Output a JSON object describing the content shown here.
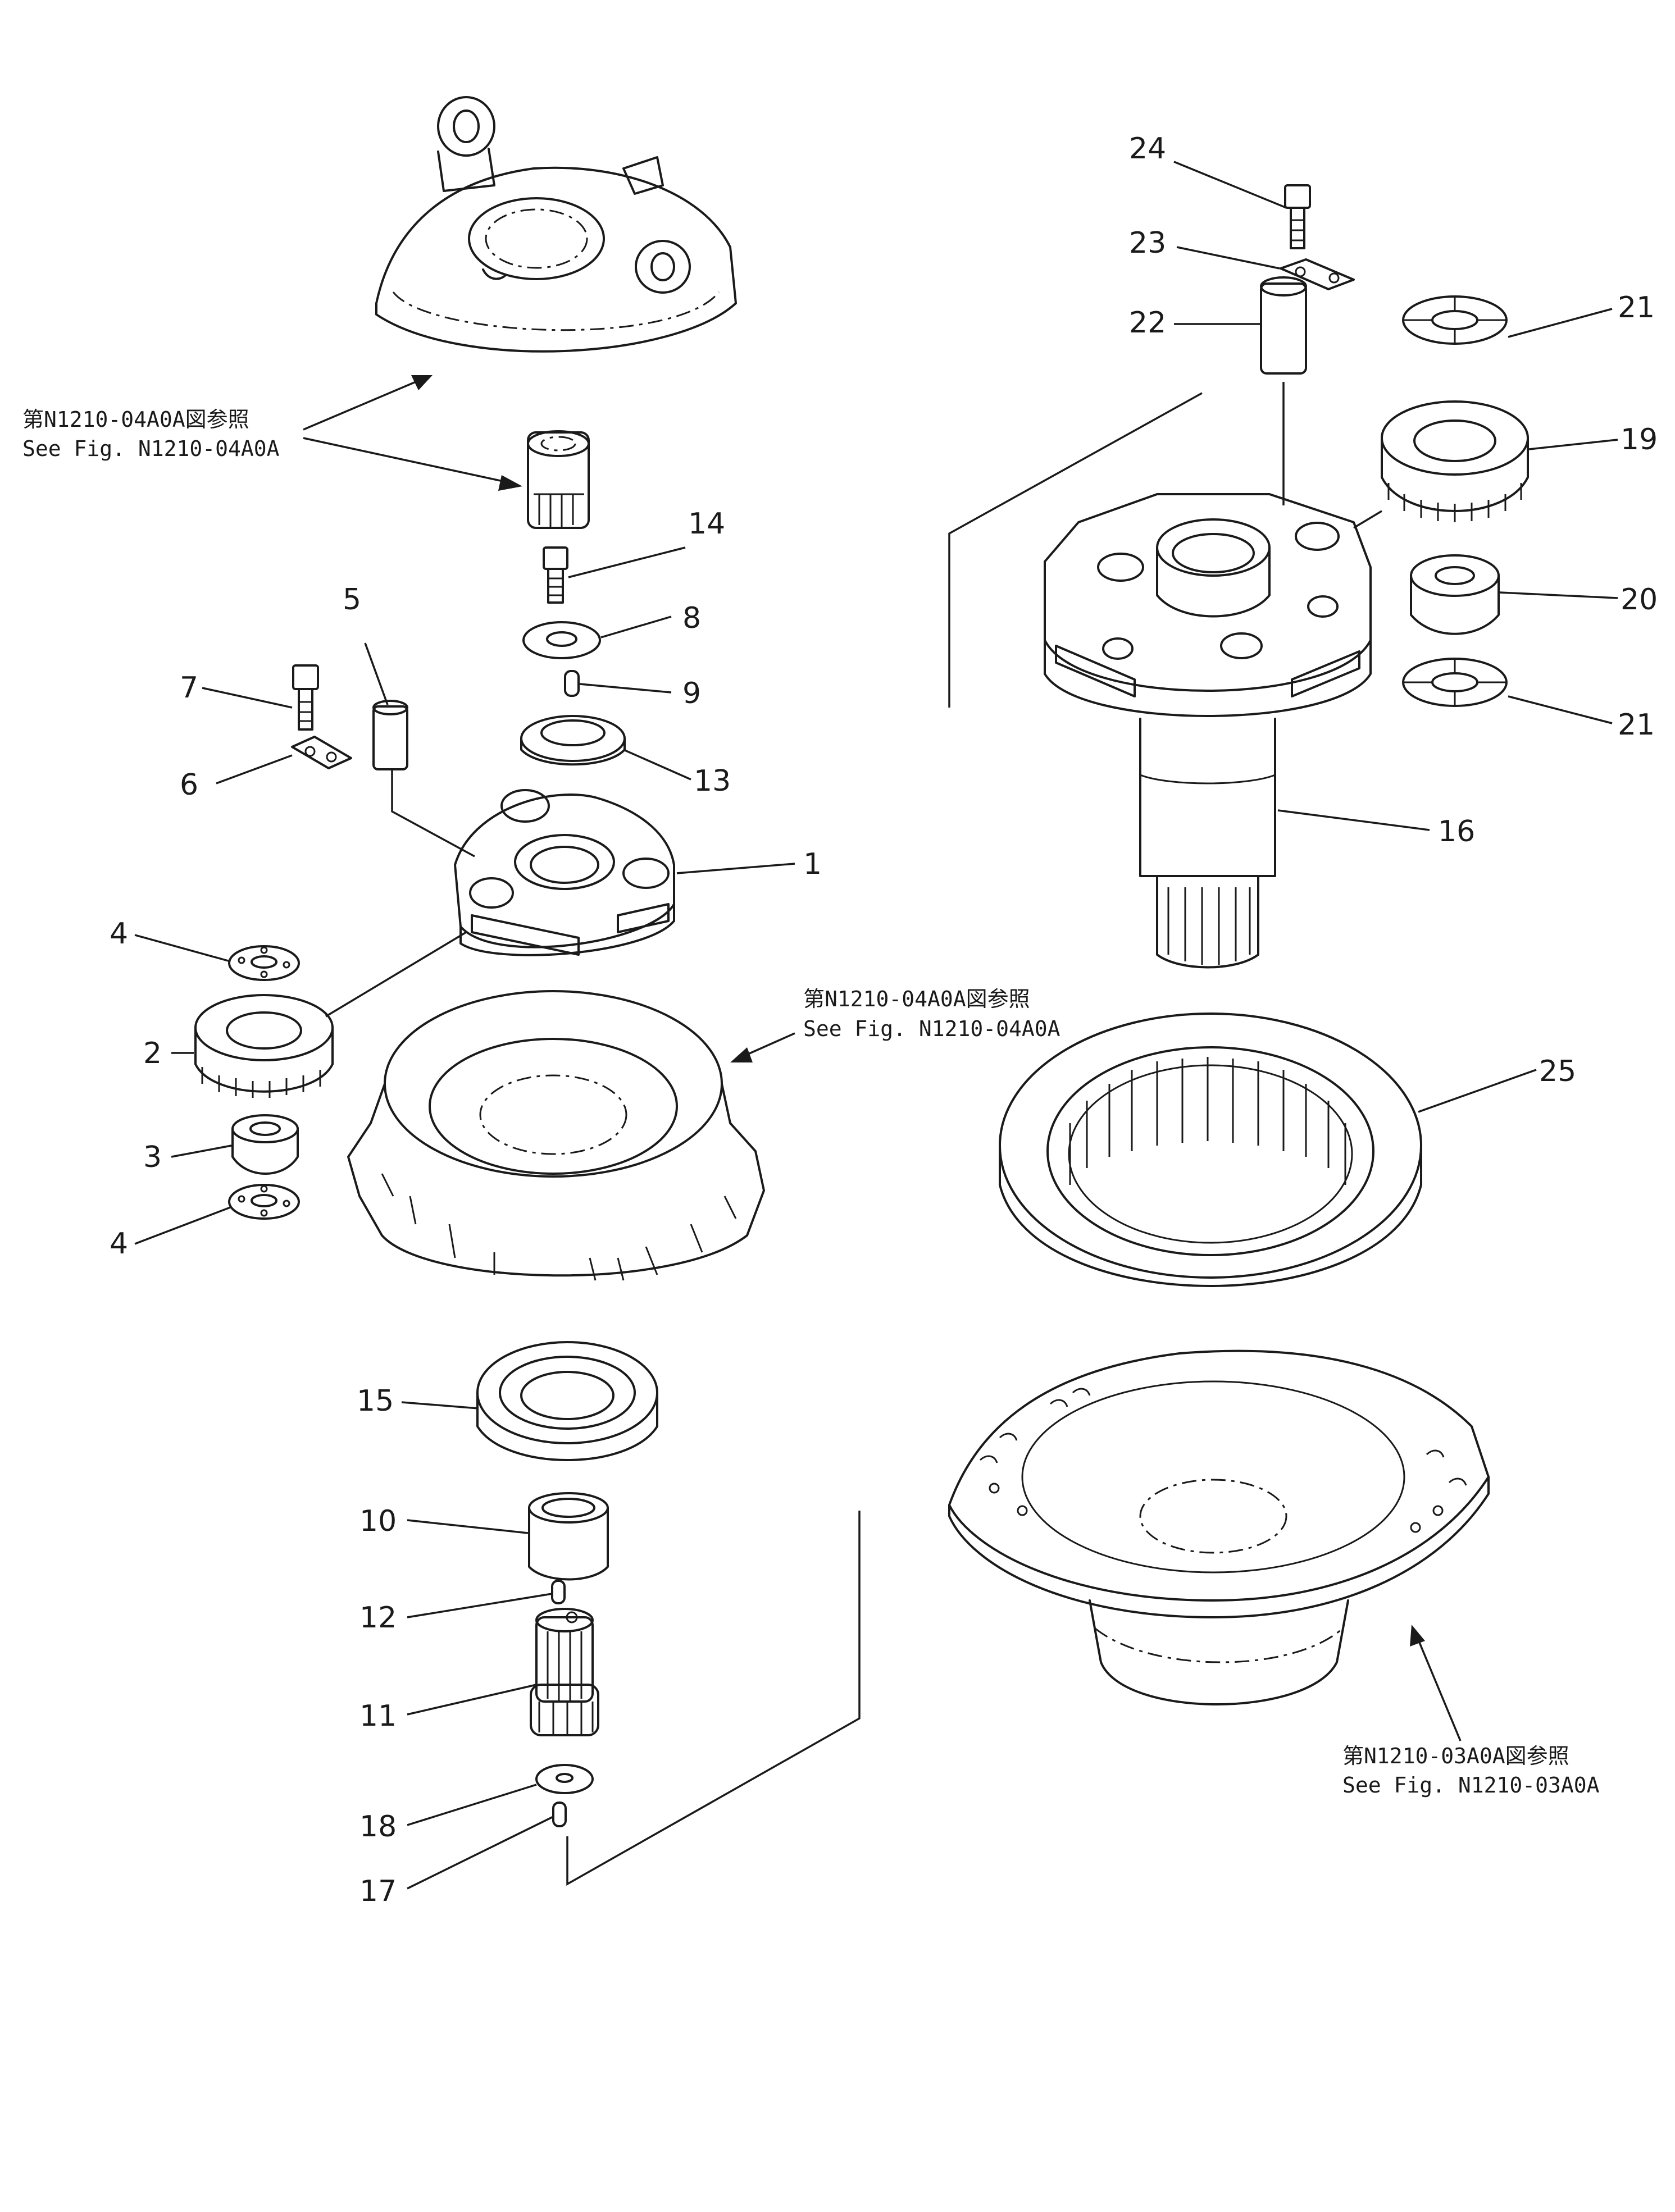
{
  "callouts": [
    {
      "id": "1",
      "label": "1"
    },
    {
      "id": "2",
      "label": "2"
    },
    {
      "id": "3",
      "label": "3"
    },
    {
      "id": "4a",
      "label": "4"
    },
    {
      "id": "4b",
      "label": "4"
    },
    {
      "id": "5",
      "label": "5"
    },
    {
      "id": "6",
      "label": "6"
    },
    {
      "id": "7",
      "label": "7"
    },
    {
      "id": "8",
      "label": "8"
    },
    {
      "id": "9",
      "label": "9"
    },
    {
      "id": "10",
      "label": "10"
    },
    {
      "id": "11",
      "label": "11"
    },
    {
      "id": "12",
      "label": "12"
    },
    {
      "id": "13",
      "label": "13"
    },
    {
      "id": "14",
      "label": "14"
    },
    {
      "id": "15",
      "label": "15"
    },
    {
      "id": "16",
      "label": "16"
    },
    {
      "id": "17",
      "label": "17"
    },
    {
      "id": "18",
      "label": "18"
    },
    {
      "id": "19",
      "label": "19"
    },
    {
      "id": "20",
      "label": "20"
    },
    {
      "id": "21a",
      "label": "21"
    },
    {
      "id": "21b",
      "label": "21"
    },
    {
      "id": "22",
      "label": "22"
    },
    {
      "id": "23",
      "label": "23"
    },
    {
      "id": "24",
      "label": "24"
    },
    {
      "id": "25",
      "label": "25"
    }
  ],
  "references": [
    {
      "id": "ref-top",
      "jp": "第N1210-04A0A図参照",
      "en": "See  Fig. N1210-04A0A"
    },
    {
      "id": "ref-mid",
      "jp": "第N1210-04A0A図参照",
      "en": "See  Fig. N1210-04A0A"
    },
    {
      "id": "ref-bottom",
      "jp": "第N1210-03A0A図参照",
      "en": "See  Fig. N1210-03A0A"
    }
  ]
}
